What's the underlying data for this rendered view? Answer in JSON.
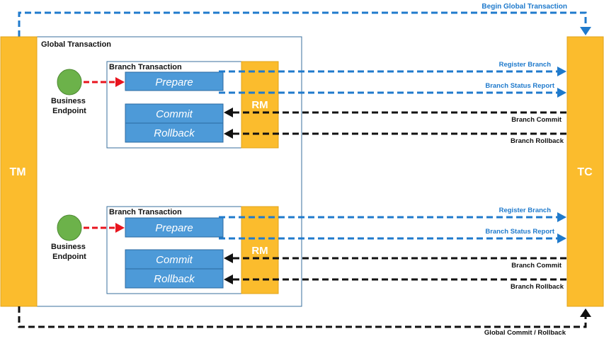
{
  "colors": {
    "orange": "#fbbc2d",
    "orange_stroke": "#e0a31a",
    "box_blue": "#4d9ad8",
    "box_blue_stroke": "#2c6aa0",
    "link_blue": "#1f7acc",
    "black": "#111111",
    "red": "#e8141e",
    "green": "#6cb24a",
    "frame": "#3a6f9e"
  },
  "labels": {
    "begin_global": "Begin Global Transaction",
    "global_transaction": "Global Transaction",
    "tm": "TM",
    "tc": "TC",
    "global_commit_rollback": "Global Commit / Rollback"
  },
  "branches": [
    {
      "title": "Branch Transaction",
      "business_line1": "Business",
      "business_line2": "Endpoint",
      "prepare": "Prepare",
      "commit": "Commit",
      "rollback": "Rollback",
      "rm": "RM",
      "register": "Register Branch",
      "status_report": "Branch Status Report",
      "branch_commit": "Branch Commit",
      "branch_rollback": "Branch Rollback"
    },
    {
      "title": "Branch Transaction",
      "business_line1": "Business",
      "business_line2": "Endpoint",
      "prepare": "Prepare",
      "commit": "Commit",
      "rollback": "Rollback",
      "rm": "RM",
      "register": "Register Branch",
      "status_report": "Branch Status Report",
      "branch_commit": "Branch Commit",
      "branch_rollback": "Branch Rollback"
    }
  ]
}
